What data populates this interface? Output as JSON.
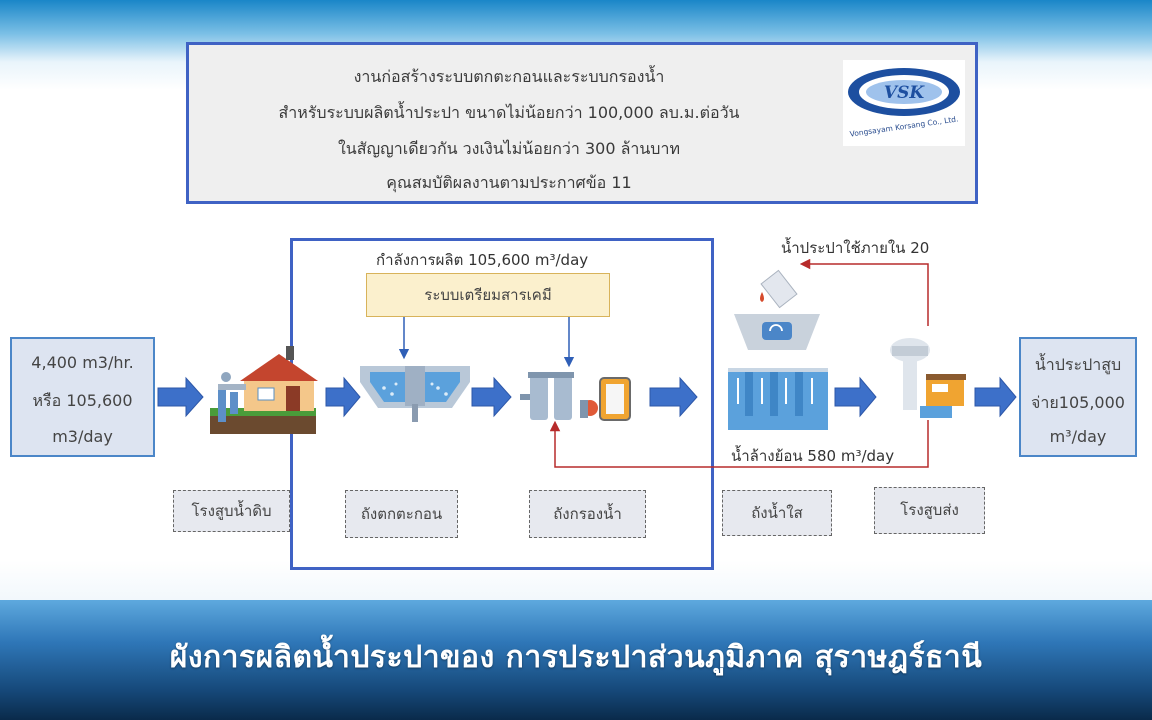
{
  "header": {
    "lines": [
      "งานก่อสร้างระบบตกตะกอนและระบบกรองน้ำ",
      "สำหรับระบบผลิตน้ำประปา ขนาดไม่น้อยกว่า 100,000 ลบ.ม.ต่อวัน",
      "ในสัญญาเดียวกัน วงเงินไม่น้อยกว่า 300 ล้านบาท",
      "คุณสมบัติผลงานตามประกาศข้อ 11"
    ],
    "logo": {
      "mark": "VSK",
      "caption": "Vongsayam Korsang Co., Ltd."
    }
  },
  "plant": {
    "capacity": "กำลังการผลิต 105,600 m³/day",
    "chemical_system": "ระบบเตรียมสารเคมี"
  },
  "input_panel": {
    "lines": [
      "4,400 m3/hr.",
      "หรือ 105,600",
      "m3/day"
    ]
  },
  "output_panel": {
    "lines": [
      "น้ำประปาสูบ",
      "จ่าย105,000",
      "m³/day"
    ]
  },
  "notes": {
    "internal_use": "น้ำประปาใช้ภายใน 20",
    "backwash": "น้ำล้างย้อน 580 m³/day"
  },
  "stages": [
    "โรงสูบน้ำดิบ",
    "ถังตกตะกอน",
    "ถังกรองน้ำ",
    "ถังน้ำใส",
    "โรงสูบส่ง"
  ],
  "title": "ผังการผลิตน้ำประปาของ การประปาส่วนภูมิภาค สุราษฎร์ธานี",
  "colors": {
    "frame_blue": "#3f62c4",
    "arrow_blue": "#3d70c9",
    "return_red": "#b72b2b",
    "chem_fill": "#fbf0cd",
    "panel_fill": "#dde4f1"
  }
}
